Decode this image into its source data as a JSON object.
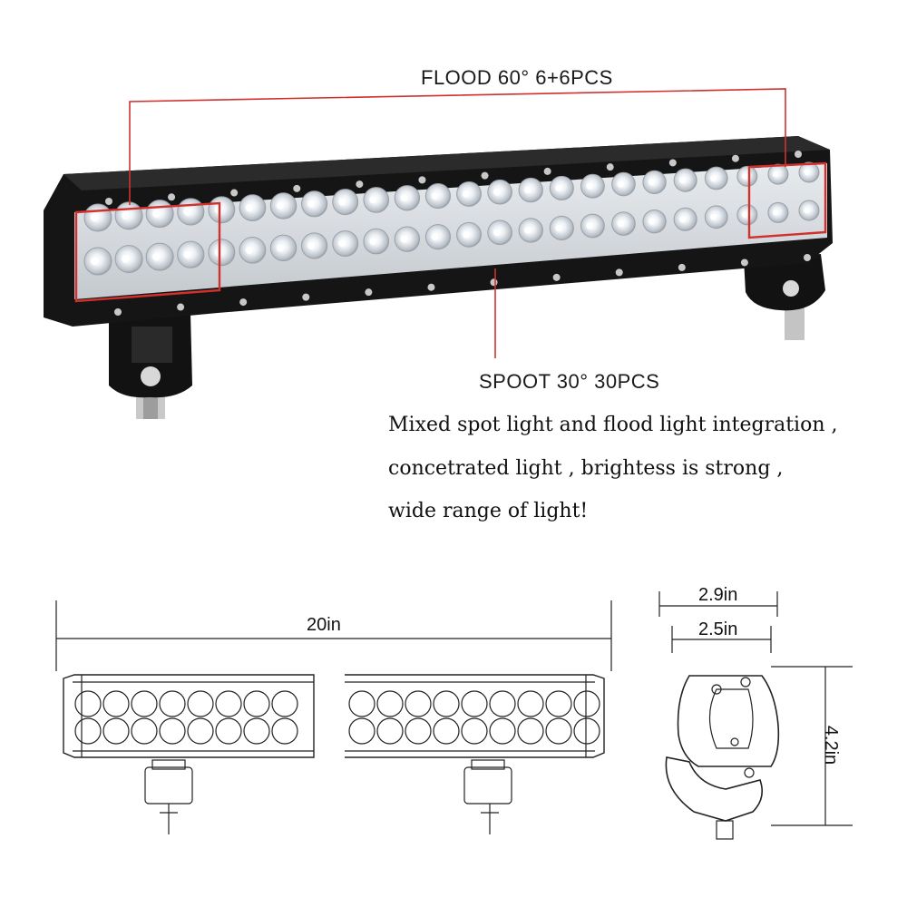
{
  "callouts": {
    "flood": "FLOOD 60° 6+6PCS",
    "spot": "SPOOT 30° 30PCS"
  },
  "description": {
    "line1": "Mixed spot light and flood light  integration ,",
    "line2": "concetrated light , brightess is strong ,",
    "line3": "wide range of light!"
  },
  "dimensions": {
    "length": "20in",
    "width_outer": "2.9in",
    "width_inner": "2.5in",
    "height": "4.2in"
  },
  "colors": {
    "callout_line": "#d0312d",
    "housing": "#151515",
    "outline": "#222222"
  }
}
